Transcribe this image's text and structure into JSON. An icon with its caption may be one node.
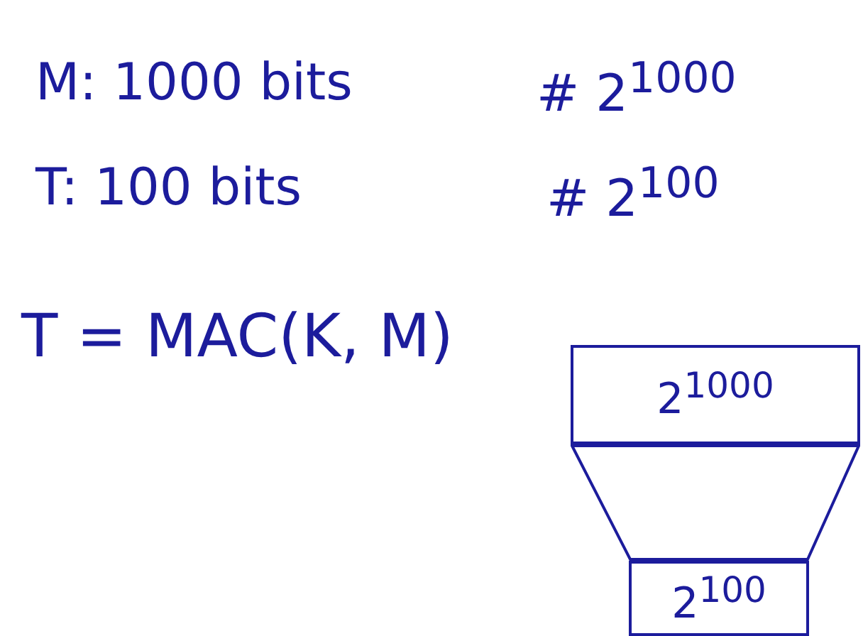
{
  "diagram": {
    "nodes": [
      {
        "text": [
          "2$^{1000}$"
        ]
      },
      {
        "text": [],
        "shape": "trapezoid"
      },
      {
        "text": [
          "2$^{100}$"
        ]
      }
    ],
    "labels": [
      "M: 1000 bits",
      "# 2$^{1000}$",
      "T: 100 bits",
      "# 2$^{100}$",
      "T = MAC(K, M)"
    ]
  }
}
